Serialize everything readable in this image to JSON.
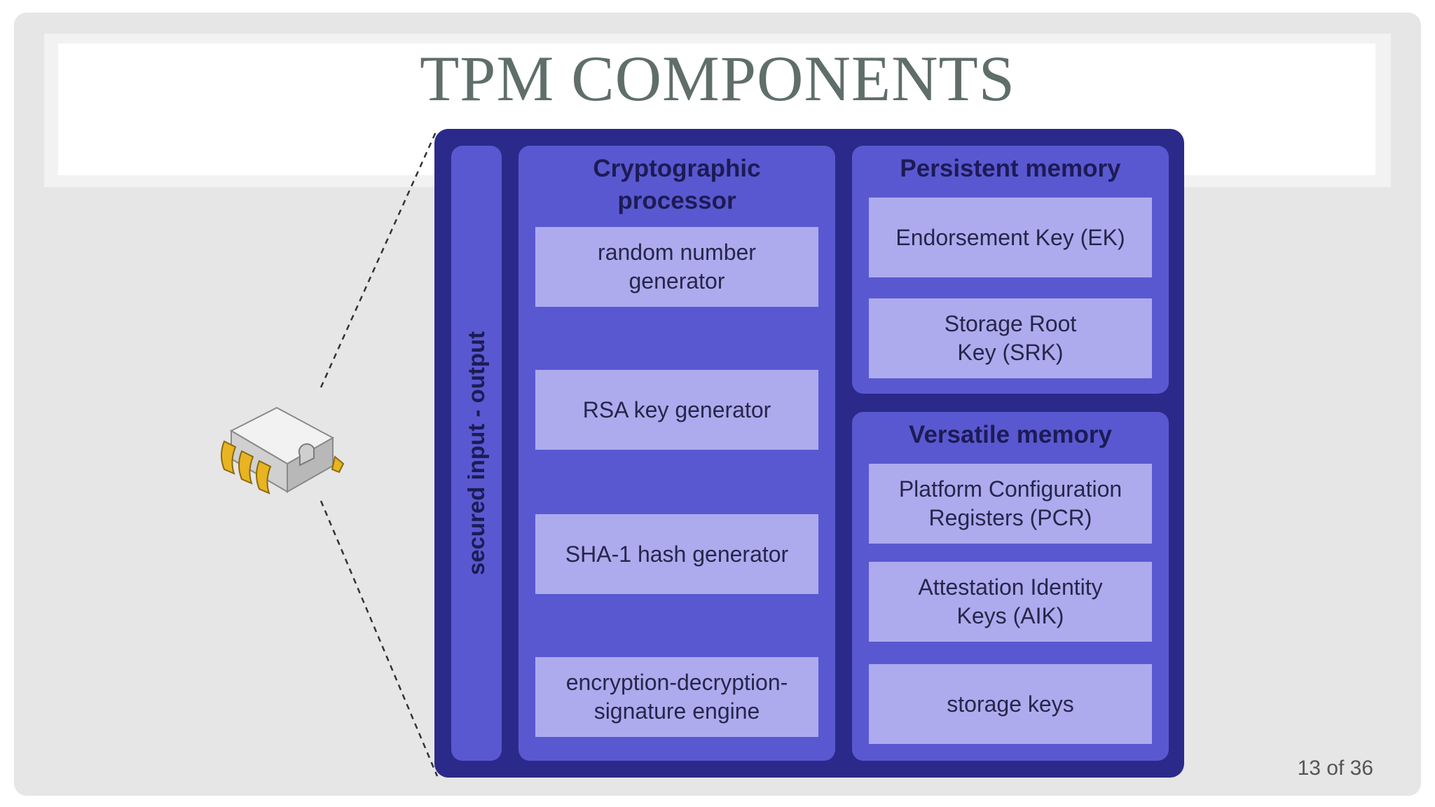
{
  "slide": {
    "title": "TPM COMPONENTS",
    "page_number": "13 of 36"
  },
  "diagram": {
    "io_label": "secured input - output",
    "crypto": {
      "title_line1": "Cryptographic",
      "title_line2": "processor",
      "items": [
        {
          "line1": "random number",
          "line2": "generator"
        },
        {
          "line1": "RSA key generator",
          "line2": ""
        },
        {
          "line1": "SHA-1 hash generator",
          "line2": ""
        },
        {
          "line1": "encryption-decryption-",
          "line2": "signature engine"
        }
      ]
    },
    "persistent": {
      "title": "Persistent memory",
      "items": [
        {
          "line1": "Endorsement Key (EK)",
          "line2": ""
        },
        {
          "line1": "Storage Root",
          "line2": "Key (SRK)"
        }
      ]
    },
    "versatile": {
      "title": "Versatile memory",
      "items": [
        {
          "line1": "Platform Configuration",
          "line2": "Registers (PCR)"
        },
        {
          "line1": "Attestation Identity",
          "line2": "Keys (AIK)"
        },
        {
          "line1": "storage keys",
          "line2": ""
        }
      ]
    }
  },
  "colors": {
    "outer": "#2b2a8a",
    "panel": "#5a58d0",
    "box": "#adabee",
    "title_text": "#5f6e6a"
  },
  "icons": {
    "chip": "tpm-chip-icon"
  }
}
